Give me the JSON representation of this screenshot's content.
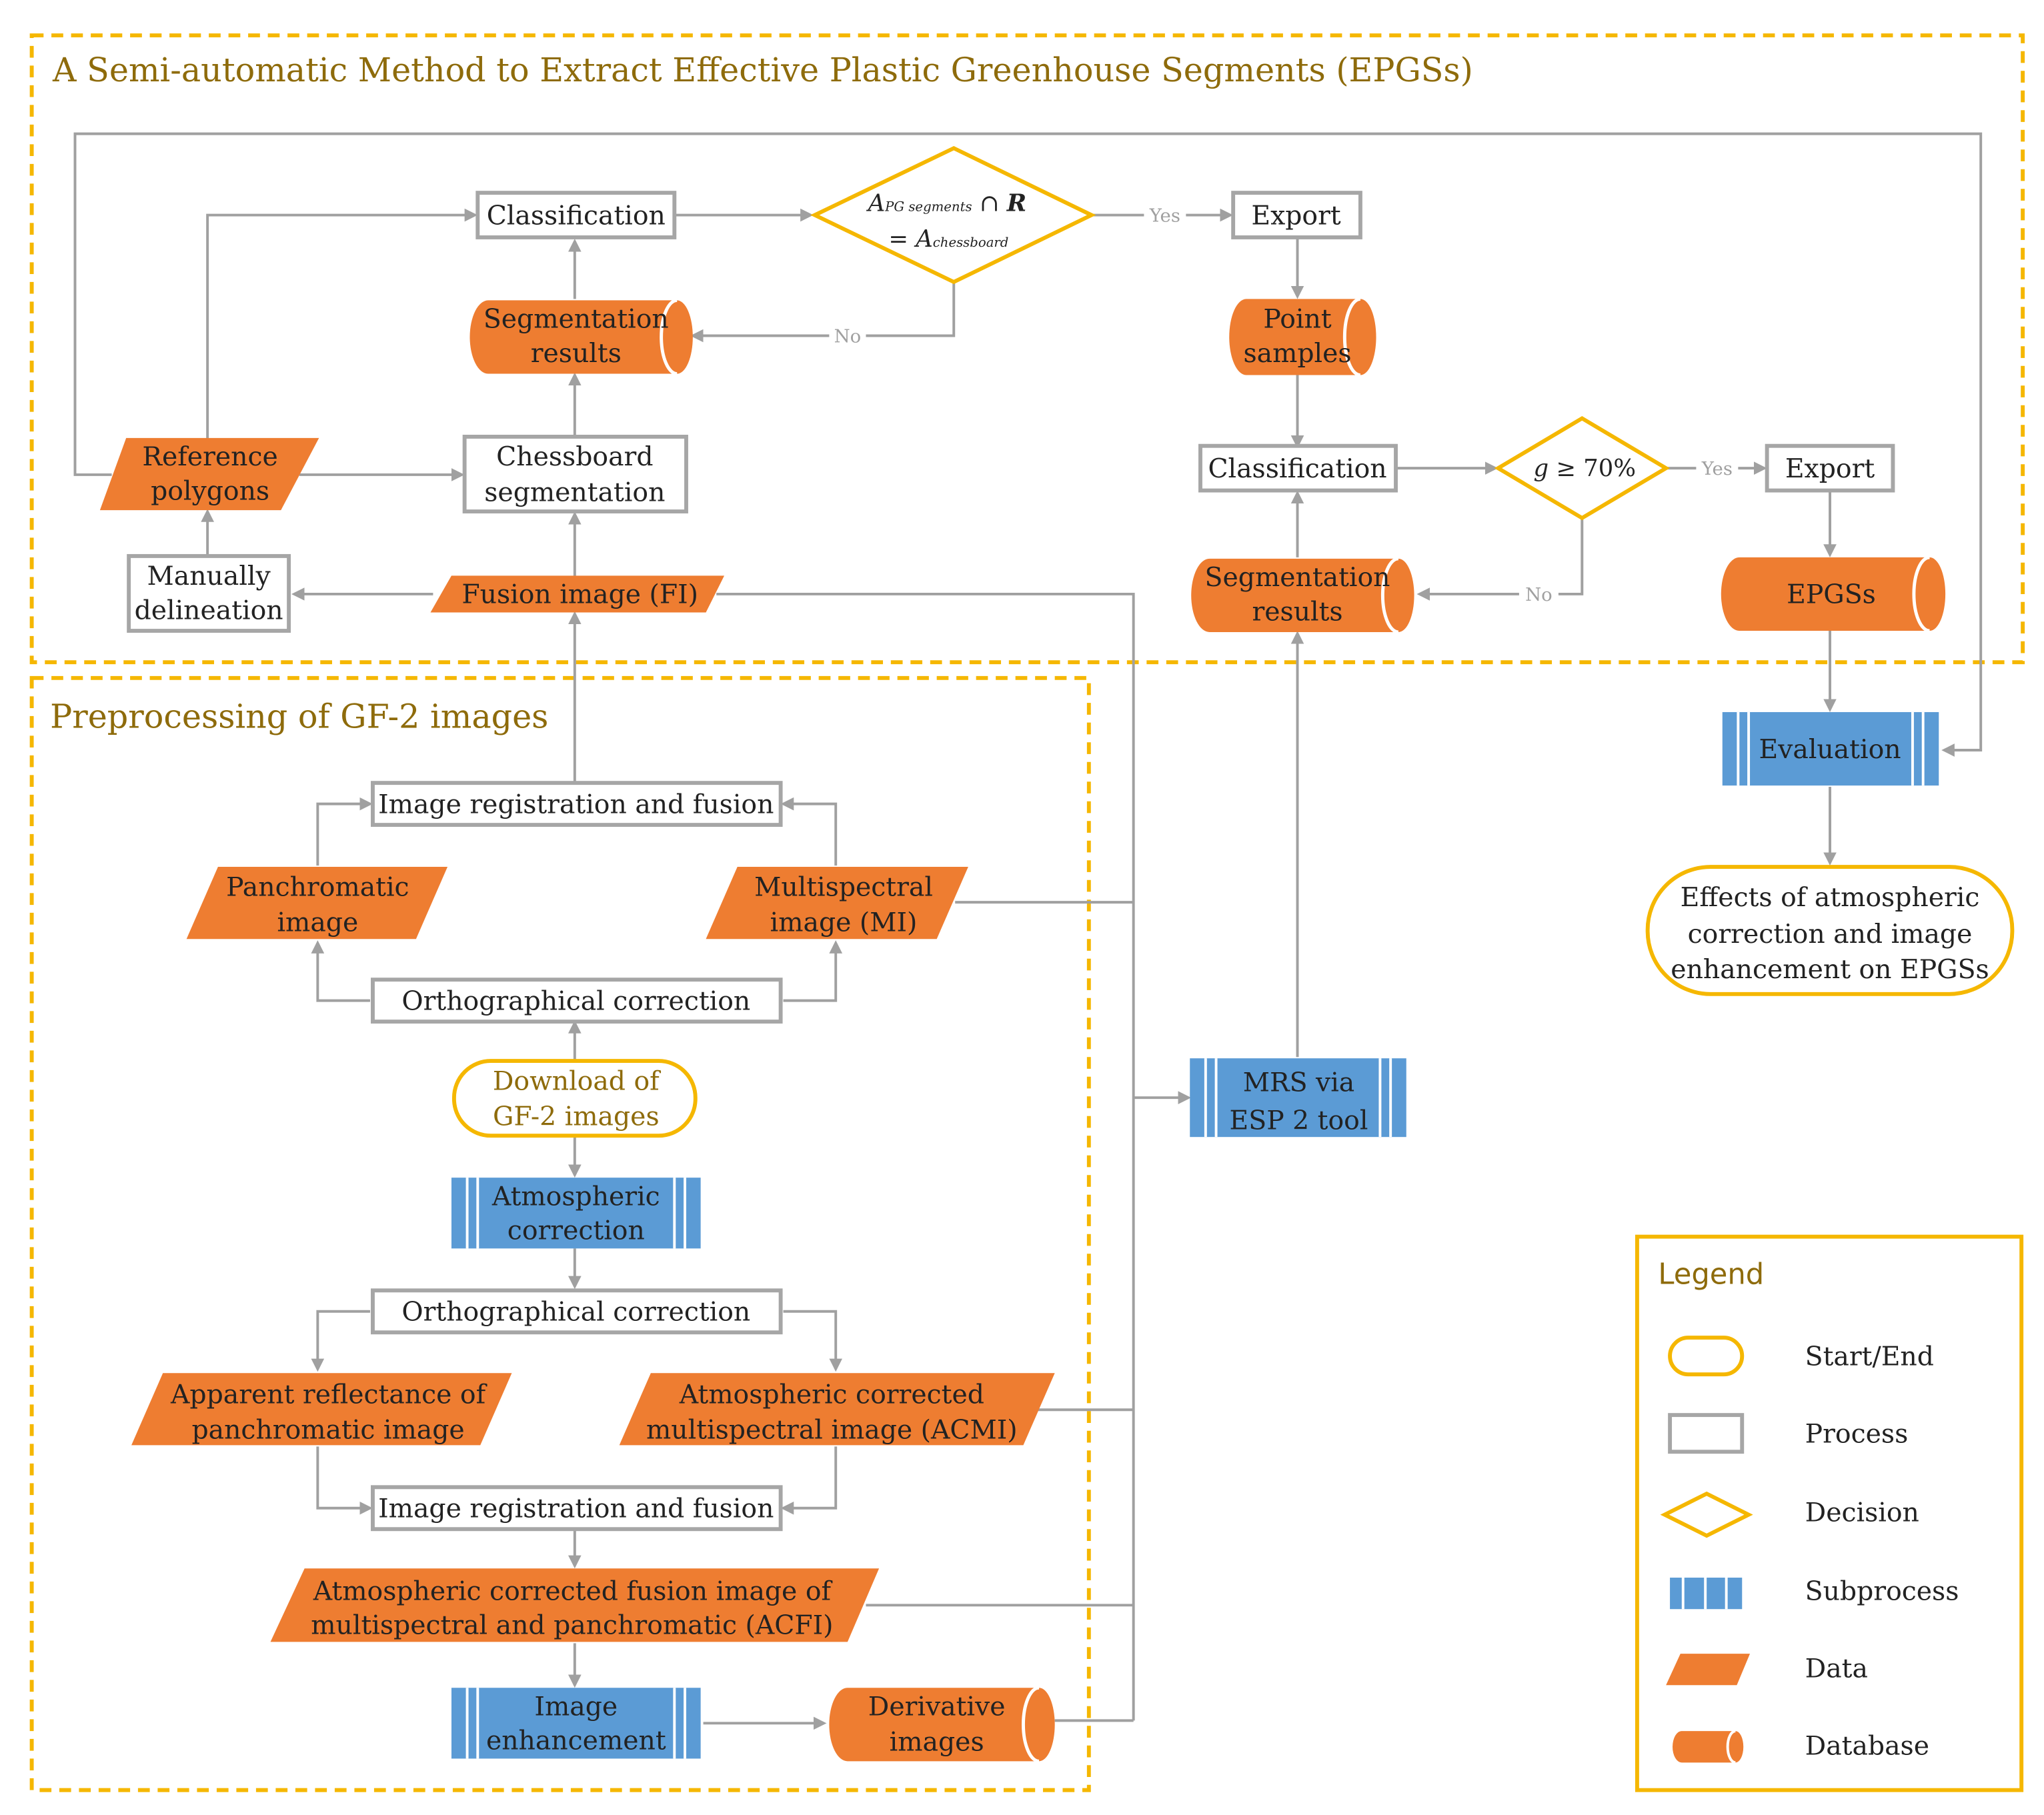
{
  "colors": {
    "gold": "#F5B700",
    "gold_text": "#8E6B0B",
    "orange": "#EE7D31",
    "blue": "#5B9BD5",
    "blue_stripe": "#ffffff",
    "grey": "#A6A6A6",
    "arrow": "#A0A0A0",
    "text": "#222222"
  },
  "panels": {
    "top_title": "A Semi-automatic Method to Extract Effective Plastic Greenhouse Segments (EPGSs)",
    "bottom_title": "Preprocessing of GF-2 images"
  },
  "nodes": {
    "classification1": "Classification",
    "decision1": {
      "line1_a": "A",
      "line1_sub": "PG segments",
      "line1_b": " ∩ ",
      "line1_r": "R",
      "line2_a": "= A",
      "line2_sub": "chessboard"
    },
    "export1": "Export",
    "segres1": [
      "Segmentation",
      "results"
    ],
    "point_samples": [
      "Point",
      "samples"
    ],
    "reference_polygons": [
      "Reference",
      "polygons"
    ],
    "chessboard_seg": [
      "Chessboard",
      "segmentation"
    ],
    "classification2": "Classification",
    "decision2": {
      "g": "g",
      "rest": " ≥ 70%"
    },
    "export2": "Export",
    "manual_delineation": [
      "Manually",
      "delineation"
    ],
    "fusion_image": "Fusion image (FI)",
    "segres2": [
      "Segmentation",
      "results"
    ],
    "epgss": "EPGSs",
    "evaluation": "Evaluation",
    "effects": [
      "Effects of atmospheric",
      "correction and image",
      "enhancement on EPGSs"
    ],
    "reg_fusion1": "Image registration and fusion",
    "panchromatic": [
      "Panchromatic",
      "image"
    ],
    "multispectral": [
      "Multispectral",
      "image (MI)"
    ],
    "ortho1": "Orthographical correction",
    "download": [
      "Download of",
      "GF-2 images"
    ],
    "mrs": [
      "MRS via",
      "ESP 2 tool"
    ],
    "atmos_corr": [
      "Atmospheric",
      "correction"
    ],
    "ortho2": "Orthographical correction",
    "apparent": [
      "Apparent reflectance of",
      "panchromatic  image"
    ],
    "acmi": [
      "Atmospheric corrected",
      "multispectral image (ACMI)"
    ],
    "reg_fusion2": "Image registration and fusion",
    "acfi": [
      "Atmospheric corrected fusion image of",
      "multispectral and panchromatic (ACFI)"
    ],
    "image_enh": [
      "Image",
      "enhancement"
    ],
    "derivative": [
      "Derivative",
      "images"
    ]
  },
  "edge_labels": {
    "yes1": "Yes",
    "no1": "No",
    "yes2": "Yes",
    "no2": "No"
  },
  "legend": {
    "title": "Legend",
    "items": [
      "Start/End",
      "Process",
      "Decision",
      "Subprocess",
      "Data",
      "Database"
    ]
  }
}
